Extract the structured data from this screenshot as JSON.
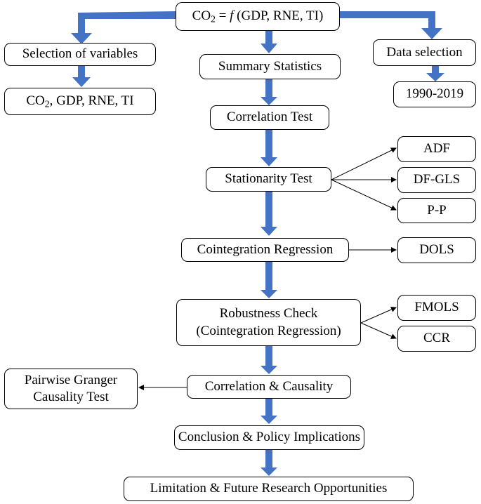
{
  "title_box": {
    "pre": "CO",
    "sub": "2",
    "mid": " = ",
    "italic": "f",
    "post": " (GDP, RNE, TI)"
  },
  "left": {
    "selection": "Selection of variables",
    "vars": {
      "pre": "CO",
      "sub": "2",
      "post": ", GDP, RNE, TI"
    }
  },
  "right": {
    "data_selection": "Data selection",
    "period": "1990-2019"
  },
  "steps": {
    "summary": "Summary Statistics",
    "correlation_test": "Correlation Test",
    "stationarity": "Stationarity Test",
    "cointegration": "Cointegration Regression",
    "robustness_line1": "Robustness Check",
    "robustness_line2": "(Cointegration Regression)",
    "corr_causality": "Correlation & Causality",
    "conclusion": "Conclusion & Policy Implications",
    "limitation": "Limitation & Future Research Opportunities"
  },
  "tests": {
    "adf": "ADF",
    "dfgls": "DF-GLS",
    "pp": "P-P",
    "dols": "DOLS",
    "fmols": "FMOLS",
    "ccr": "CCR"
  },
  "granger": {
    "line1": "Pairwise Granger",
    "line2": "Causality Test"
  },
  "colors": {
    "arrow": "#4472C4",
    "border": "#000000",
    "text": "#000000"
  }
}
